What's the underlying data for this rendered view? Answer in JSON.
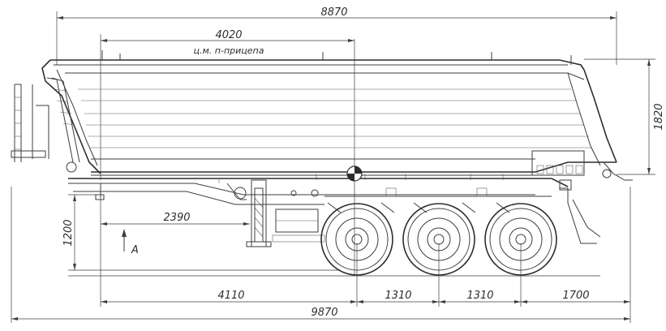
{
  "dimensions": {
    "total_top": "8870",
    "cg_distance": "4020",
    "cg_label": "ц.м. п-прицепа",
    "body_height": "1820",
    "kingpin_height": "1200",
    "kingpin_to_leg": "2390",
    "kingpin_to_axle": "4110",
    "axle_spacing_1": "1310",
    "axle_spacing_2": "1310",
    "rear_overhang": "1700",
    "overall_length": "9870"
  },
  "view_marker": "A",
  "colors": {
    "line": "#3a3f3a",
    "background": "#ffffff"
  }
}
